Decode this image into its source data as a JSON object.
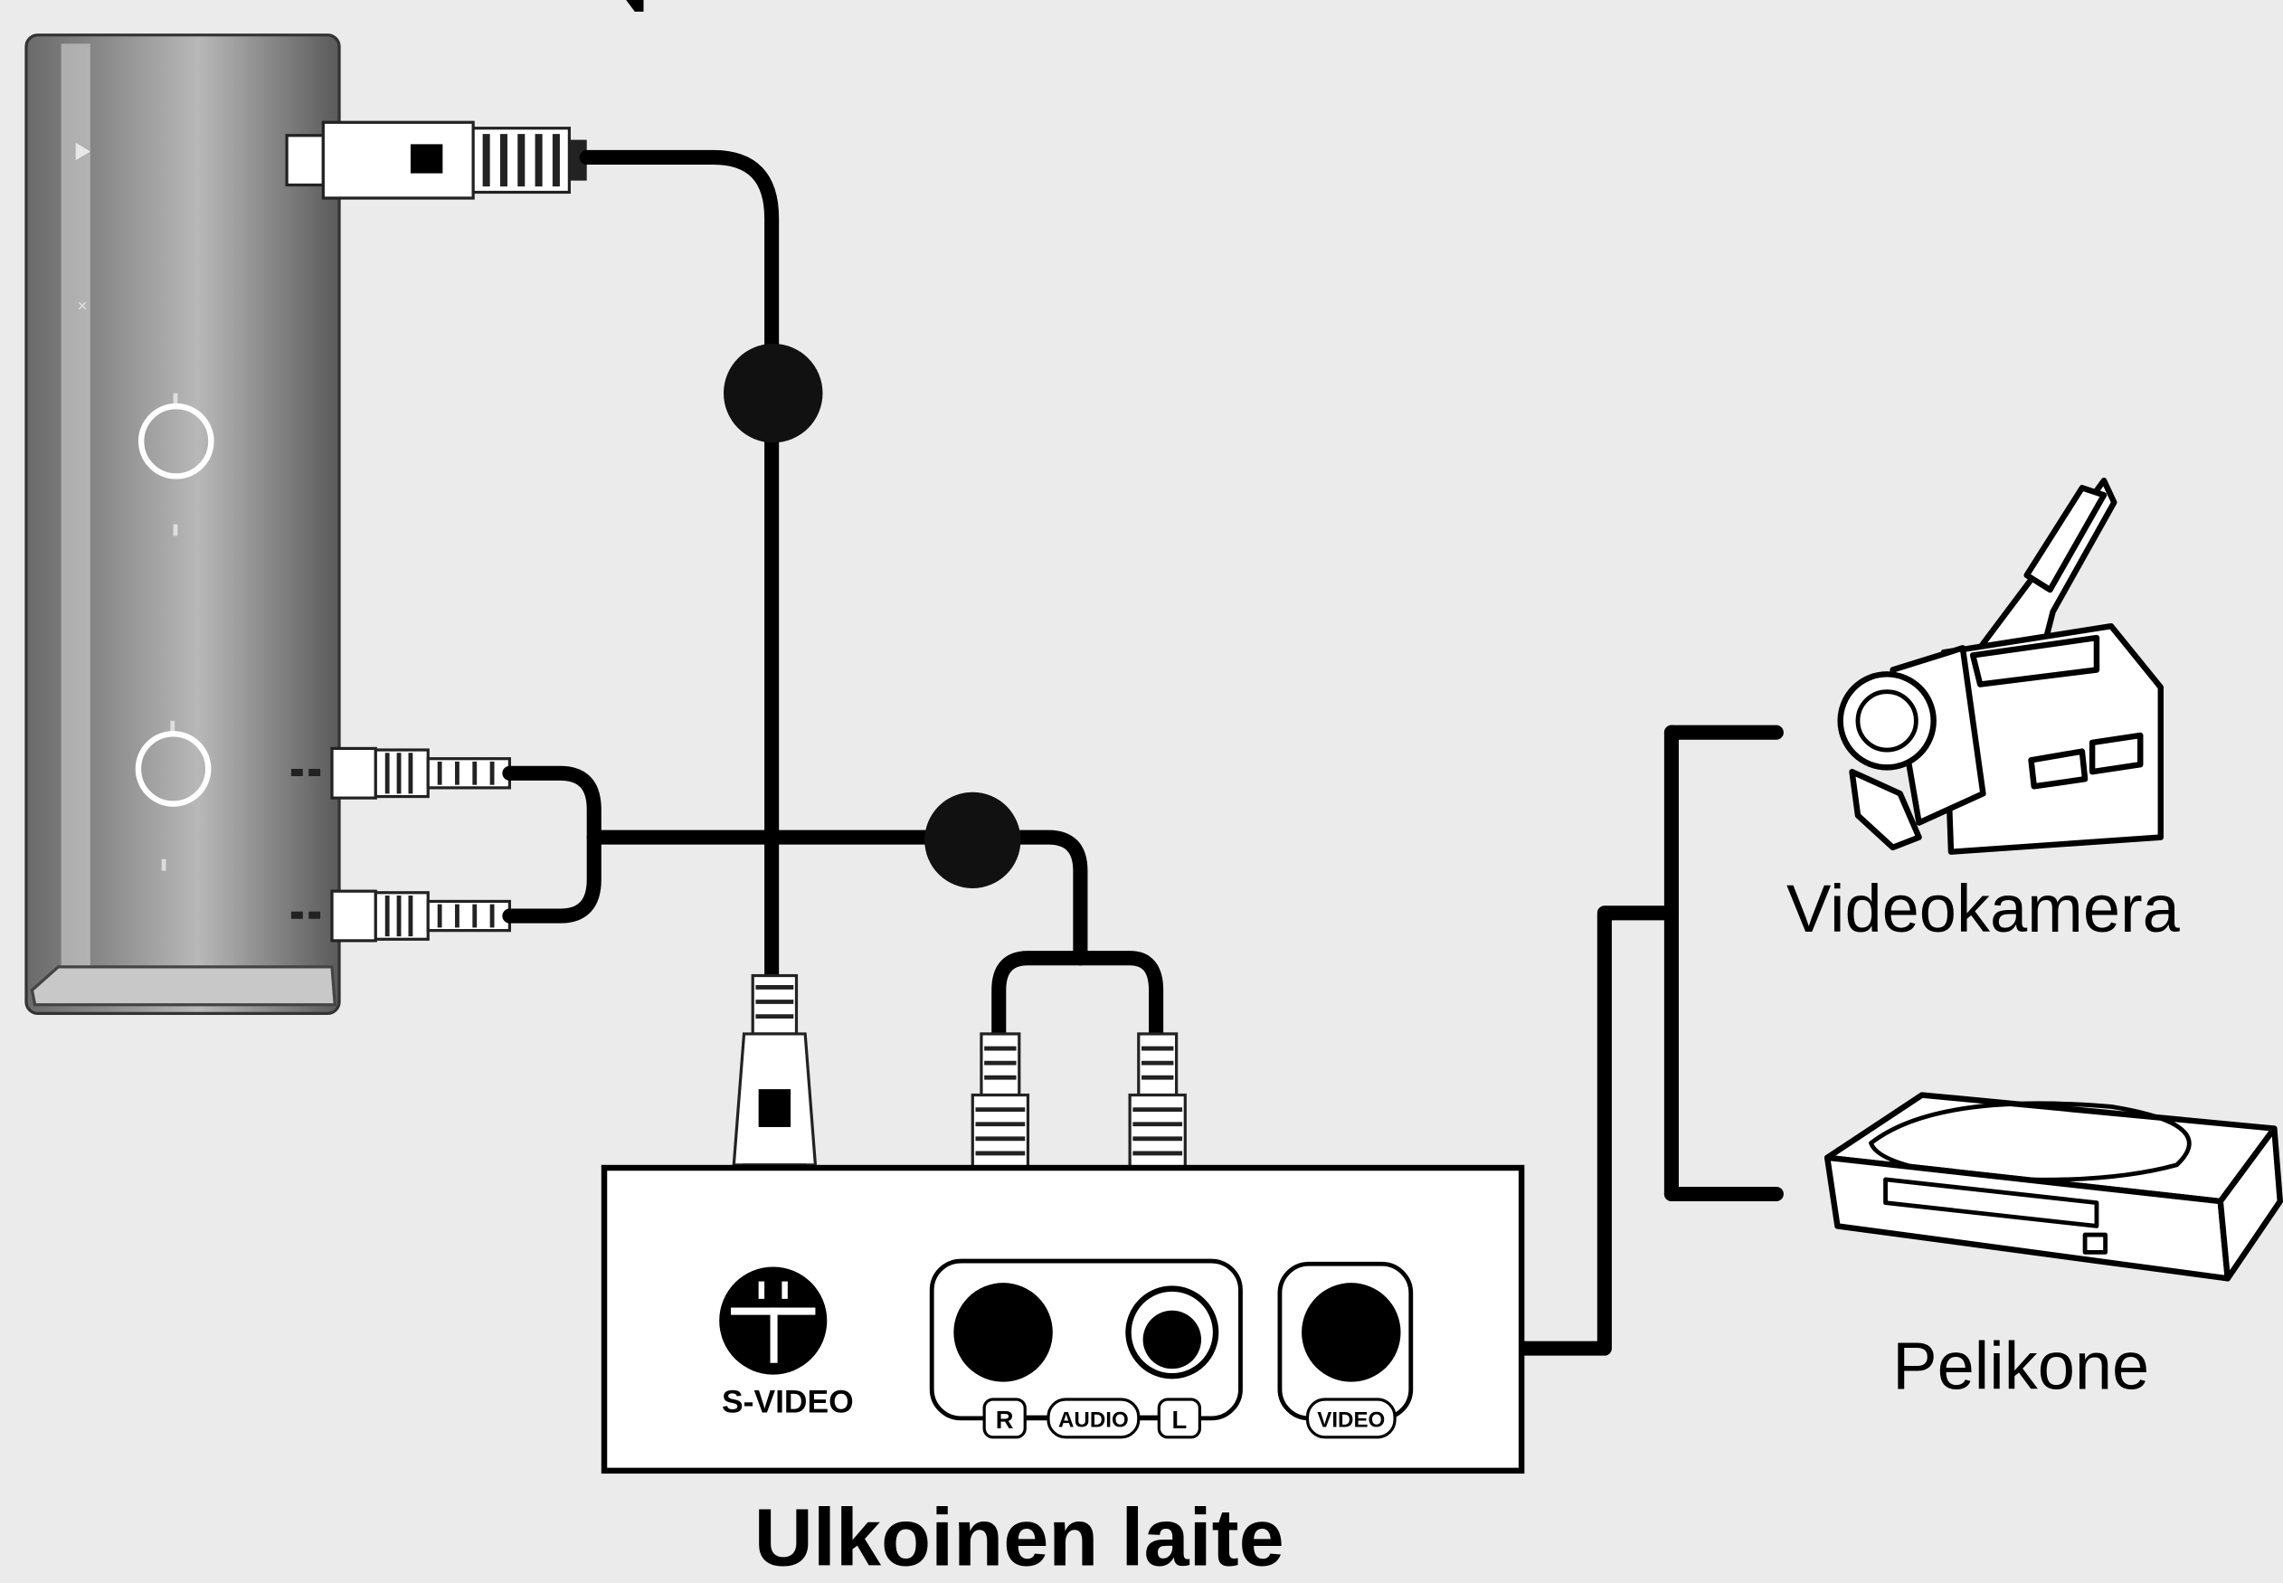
{
  "external_device": {
    "title": "Ulkoinen laite",
    "svideo_label": "S-VIDEO",
    "audio_r_label": "R",
    "audio_label": "AUDIO",
    "audio_l_label": "L",
    "video_label": "VIDEO"
  },
  "options": {
    "camcorder_label": "Videokamera",
    "game_console_label": "Pelikone"
  }
}
